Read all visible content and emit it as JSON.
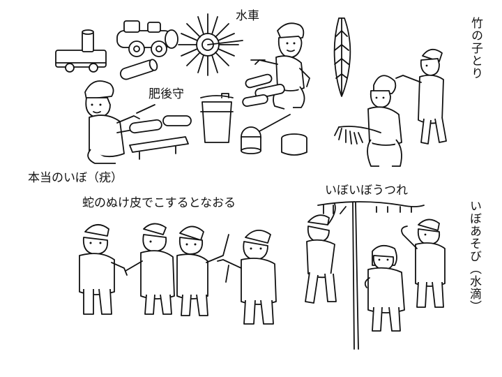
{
  "labels": {
    "water_wheel": "水車",
    "higonokami": "肥後守",
    "bamboo_shoot_picking": "竹の子とり",
    "true_wart": "本当のいぼ（疣）",
    "snake_skin": "蛇のぬけ皮でこするとなおる",
    "wart_hanging": "いぼいぼうつれ",
    "wart_play": "いぼあそび（水滴）"
  }
}
